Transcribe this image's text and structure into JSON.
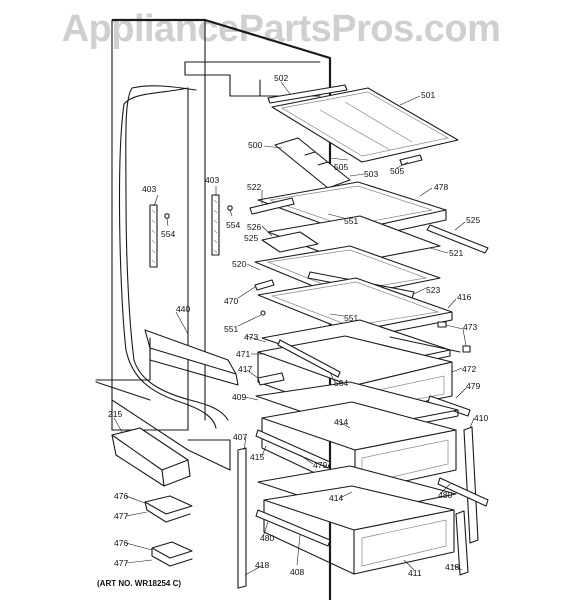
{
  "watermark": "AppliancePartsPros.com",
  "art_number": "(ART NO. WR18254 C)",
  "labels": {
    "l502": "502",
    "l501": "501",
    "l500": "500",
    "l505a": "505",
    "l503": "503",
    "l505b": "505",
    "l478": "478",
    "l522": "522",
    "l551a": "551",
    "l525a": "525",
    "l403a": "403",
    "l403b": "403",
    "l554a": "554",
    "l554b": "554",
    "l526": "526",
    "l525b": "525",
    "l521": "521",
    "l520": "520",
    "l523": "523",
    "l416": "416",
    "l470": "470",
    "l551b": "551",
    "l551c": "551",
    "l440": "440",
    "l473a": "473",
    "l473b": "473",
    "l471": "471",
    "l417": "417",
    "l504": "504",
    "l472": "472",
    "l479a": "479",
    "l409": "409",
    "l414a": "414",
    "l410": "410",
    "l215": "215",
    "l407": "407",
    "l415": "415",
    "l479b": "479",
    "l476a": "476",
    "l477a": "477",
    "l414b": "414",
    "l480a": "480",
    "l480b": "480",
    "l476b": "476",
    "l477b": "477",
    "l418a": "418",
    "l408": "408",
    "l411": "411",
    "l418b": "418"
  }
}
